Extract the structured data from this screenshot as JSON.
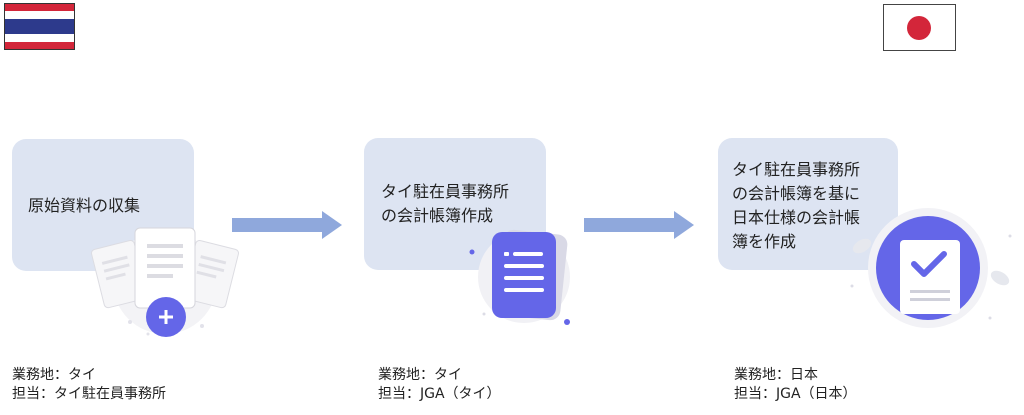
{
  "icons": {
    "thai_flag": "thailand-flag-icon",
    "japan_flag": "japan-flag-icon",
    "documents_add": "documents-add-icon",
    "document_list": "document-list-icon",
    "check_clipboard": "check-clipboard-icon",
    "arrow": "arrow-right-icon"
  },
  "colors": {
    "box_bg": "#dde4f2",
    "arrow": "#8fa8dc",
    "accent": "#6466e8",
    "thai_red": "#d3263a",
    "thai_blue": "#2d3a8c",
    "japan_red": "#d3263a"
  },
  "steps": [
    {
      "lines": [
        "原始資料の収集"
      ],
      "info": [
        "業務地：タイ",
        "担当：タイ駐在員事務所"
      ]
    },
    {
      "lines": [
        "タイ駐在員事務所",
        "の会計帳簿作成"
      ],
      "info": [
        "業務地：タイ",
        "担当：JGA（タイ）"
      ]
    },
    {
      "lines": [
        "タイ駐在員事務所",
        "の会計帳簿を基に",
        "日本仕様の会計帳",
        "簿を作成"
      ],
      "info": [
        "業務地：日本",
        "担当：JGA（日本）"
      ]
    }
  ]
}
